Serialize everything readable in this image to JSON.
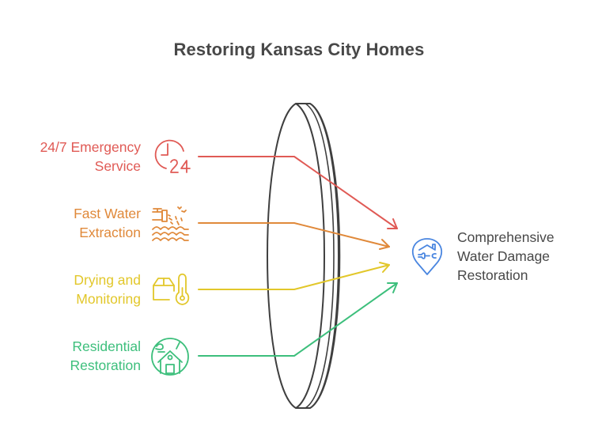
{
  "title": "Restoring Kansas City Homes",
  "colors": {
    "title": "#484848",
    "lens": "#3f3f3f",
    "red": "#e05a55",
    "orange": "#e0893a",
    "yellow": "#e2c72a",
    "green": "#3dbf7c",
    "blue": "#4a86e0",
    "output_text": "#484848"
  },
  "inputs": [
    {
      "id": "emergency",
      "line1": "24/7 Emergency",
      "line2": "Service",
      "icon": "clock-24-icon",
      "color": "#e05a55"
    },
    {
      "id": "extraction",
      "line1": "Fast Water",
      "line2": "Extraction",
      "icon": "pipe-water-icon",
      "color": "#e0893a"
    },
    {
      "id": "drying",
      "line1": "Drying and",
      "line2": "Monitoring",
      "icon": "box-thermometer-icon",
      "color": "#e2c72a"
    },
    {
      "id": "residential",
      "line1": "Residential",
      "line2": "Restoration",
      "icon": "house-storm-icon",
      "color": "#3dbf7c"
    }
  ],
  "output": {
    "line1": "Comprehensive",
    "line2": "Water Damage",
    "line3": "Restoration",
    "icon": "location-house-wrench-icon",
    "color": "#4a86e0"
  }
}
